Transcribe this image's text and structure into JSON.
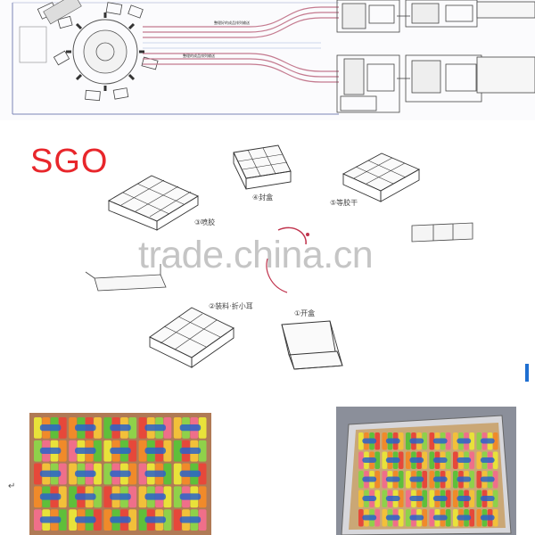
{
  "brand": {
    "name": "SGO",
    "color": "#e8262b"
  },
  "watermark": {
    "text": "trade.china.cn"
  },
  "layout_drawing": {
    "labels": [
      "整理好的成品排列输送",
      "整理的成品排列输送"
    ]
  },
  "process_steps": [
    {
      "id": "step-1",
      "label": "①开盒"
    },
    {
      "id": "step-2",
      "label": "②装料·折小耳"
    },
    {
      "id": "step-3",
      "label": "③喷胶"
    },
    {
      "id": "step-4",
      "label": "④封盒"
    },
    {
      "id": "step-5",
      "label": "⑤等胶干"
    }
  ],
  "photos": [
    {
      "id": "photo-left",
      "subject": "packed candy sticks tray"
    },
    {
      "id": "photo-right",
      "subject": "packed candy sticks box"
    }
  ],
  "misc": {
    "return_mark": "↵"
  }
}
